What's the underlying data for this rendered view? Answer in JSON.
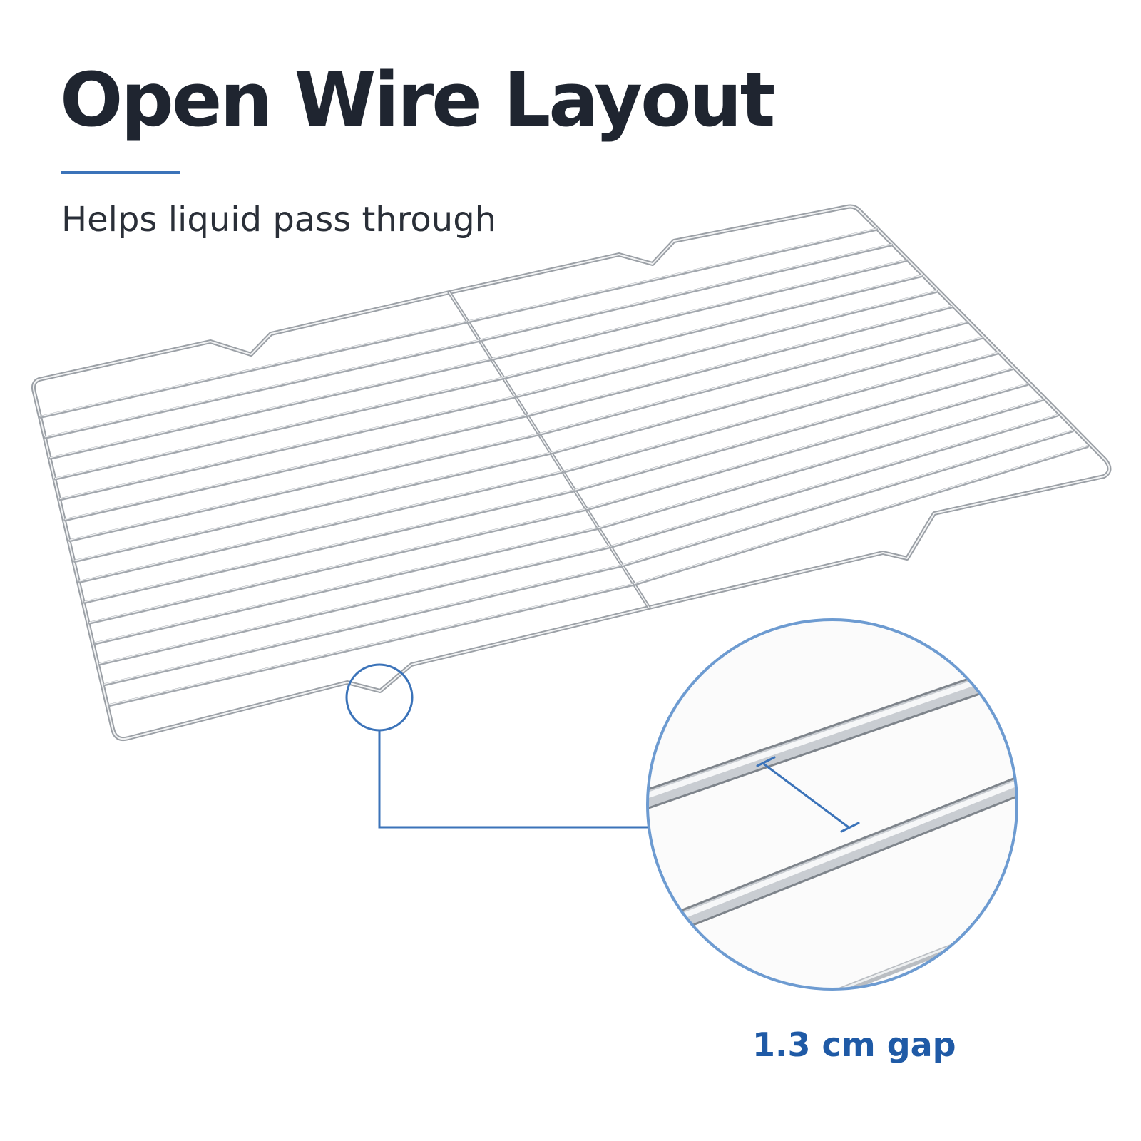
{
  "heading": {
    "title": "Open Wire Layout",
    "subtitle": "Helps liquid pass through"
  },
  "callout": {
    "label": "1.3 cm gap"
  },
  "colors": {
    "accent": "#3b73b9",
    "label_blue": "#1f5aa6",
    "wire": "#a9adb2",
    "wire_highlight": "#eef0f2"
  },
  "icons": {
    "rack": "wire-rack-illustration",
    "magnifier": "zoom-circle",
    "gap_marker": "dimension-line"
  }
}
